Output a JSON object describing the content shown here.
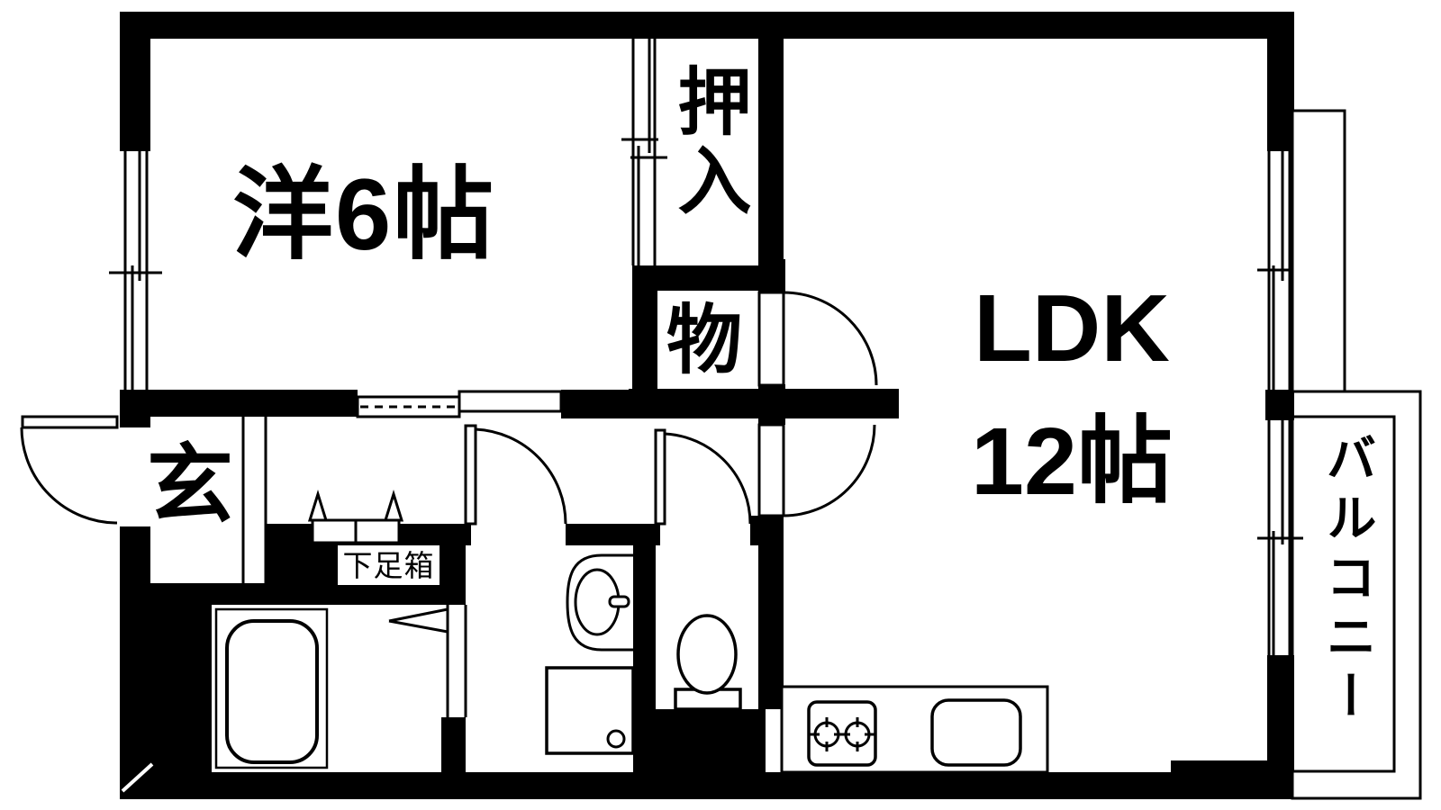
{
  "drawing": {
    "type": "apartment-floor-plan",
    "colors": {
      "line": "#000000",
      "background": "#ffffff"
    }
  },
  "rooms": {
    "western_room": {
      "label": "洋6帖"
    },
    "closet": {
      "label": "押入"
    },
    "storage": {
      "label": "物"
    },
    "ldk": {
      "label_line1": "LDK",
      "label_line2": "12帖"
    },
    "entrance": {
      "label": "玄"
    },
    "shoe_box": {
      "label": "下足箱"
    },
    "balcony": {
      "label": "バルコニー"
    }
  },
  "fixtures": [
    "bathtub",
    "bathroom-folding-door",
    "washbasin",
    "washing-machine-pan",
    "toilet",
    "kitchen-counter",
    "two-burner-stove",
    "kitchen-sink",
    "sliding-window",
    "sliding-closet-door",
    "hinged-door",
    "entry-door"
  ]
}
